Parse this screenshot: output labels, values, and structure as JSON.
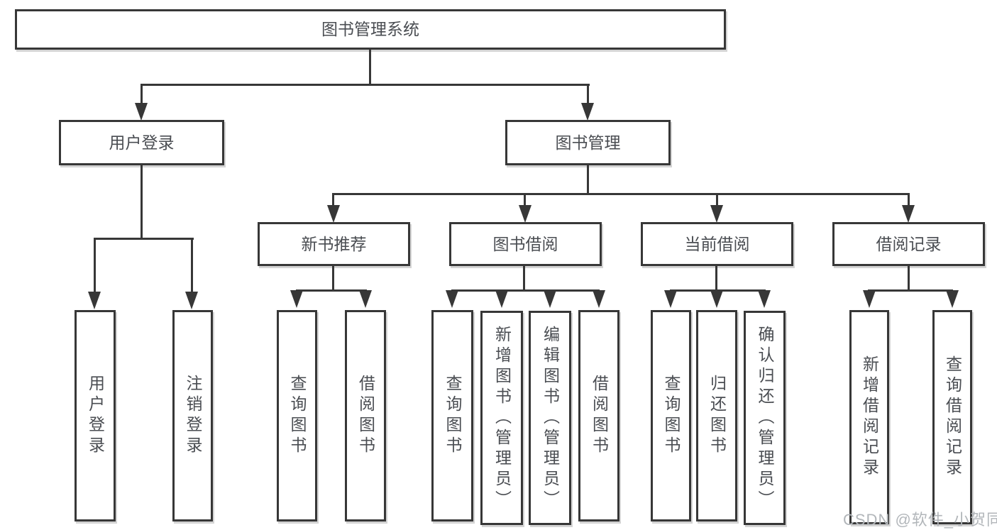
{
  "diagram": {
    "title_node": "图书管理系统",
    "root": {
      "label": "图书管理系统"
    },
    "branches": [
      {
        "label": "用户登录",
        "children": [
          {
            "label": "用户登录"
          },
          {
            "label": "注销登录"
          }
        ]
      },
      {
        "label": "图书管理",
        "children": [
          {
            "label": "新书推荐",
            "children": [
              {
                "label": "查询图书"
              },
              {
                "label": "借阅图书"
              }
            ]
          },
          {
            "label": "图书借阅",
            "children": [
              {
                "label": "查询图书"
              },
              {
                "label": "新增图书（管理员）"
              },
              {
                "label": "编辑图书（管理员）"
              },
              {
                "label": "借阅图书"
              }
            ]
          },
          {
            "label": "当前借阅",
            "children": [
              {
                "label": "查询图书"
              },
              {
                "label": "归还图书"
              },
              {
                "label": "确认归还（管理员）"
              }
            ]
          },
          {
            "label": "借阅记录",
            "children": [
              {
                "label": "新增借阅记录"
              },
              {
                "label": "查询借阅记录"
              }
            ]
          }
        ]
      }
    ],
    "colors": {
      "line": "#373737",
      "node_text": "#4a4d52",
      "background": "#ffffff",
      "watermark": "#b2b6ba"
    }
  },
  "watermark": {
    "text": "CSDN @软件_小贺同学"
  }
}
